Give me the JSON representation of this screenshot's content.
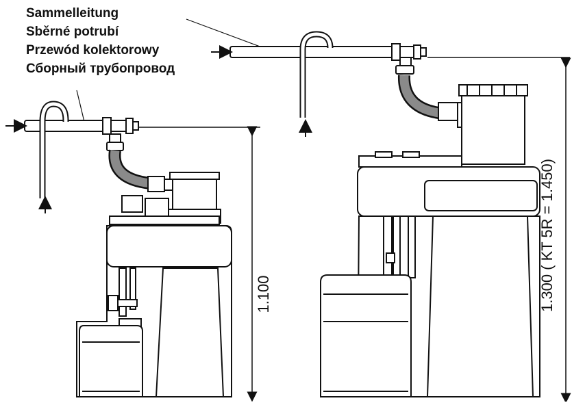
{
  "labels": {
    "de": "Sammelleitung",
    "cs": "Sběrné potrubí",
    "pl": "Przewód kolektorowy",
    "ru": "Сборный трубопровод"
  },
  "dimensions": {
    "left_height": "1.100",
    "right_height": "1.300 ( KT 5R = 1.450)"
  },
  "colors": {
    "line": "#111111",
    "hose": "#8a8a8a",
    "background": "#ffffff"
  }
}
